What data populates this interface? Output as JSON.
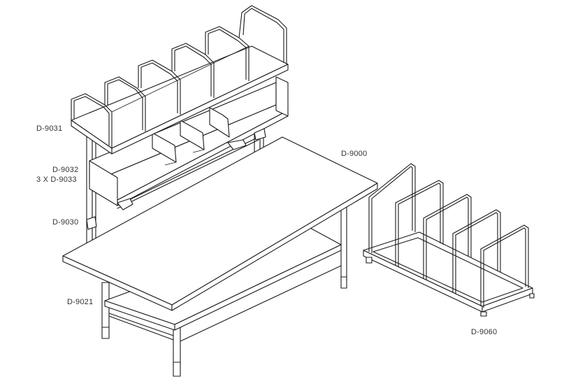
{
  "labels": {
    "upper_shelf": "D-9031",
    "bin_shelf": "D-9032",
    "bins": "3 X D-9033",
    "bracket": "D-9030",
    "bench": "D-9000",
    "lower_shelf": "D-9021",
    "cart": "D-9060"
  }
}
